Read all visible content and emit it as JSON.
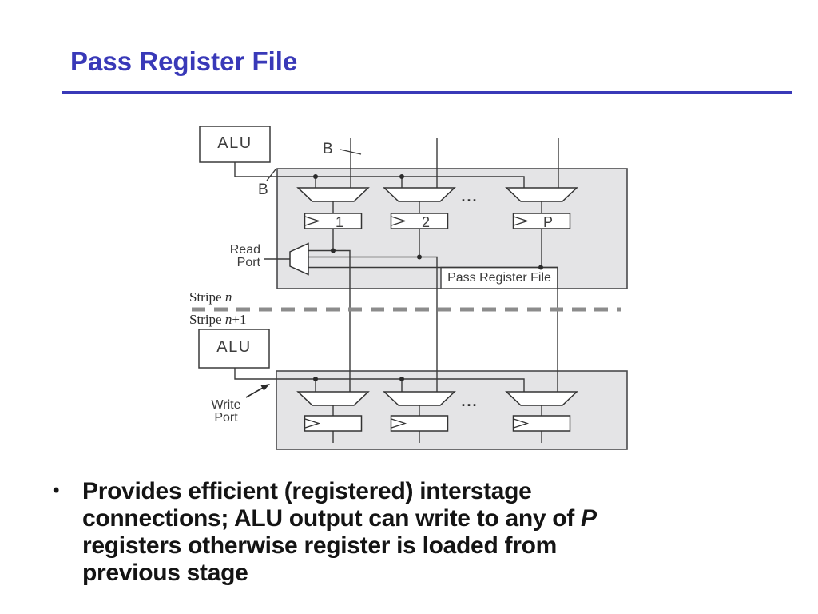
{
  "slide": {
    "title": "Pass Register File"
  },
  "colors": {
    "accent": "#3939b8",
    "stage_box_fill": "#e4e4e6",
    "wire": "#3a3a3a",
    "stripe_dash": "#8c8c8c"
  },
  "diagram": {
    "alu_top_label": "ALU",
    "alu_bottom_label": "ALU",
    "bus_width_label_top": "B",
    "bus_width_label_alu": "B",
    "registers_top": [
      "1",
      "2",
      "P"
    ],
    "ellipsis": "...",
    "read_port_line1": "Read",
    "read_port_line2": "Port",
    "write_port_line1": "Write",
    "write_port_line2": "Port",
    "pass_register_file_label": "Pass Register File",
    "stripe_top_pre": "Stripe ",
    "stripe_top_var": "n",
    "stripe_bottom_pre": "Stripe ",
    "stripe_bottom_var": "n",
    "stripe_bottom_suffix": "+1"
  },
  "bullet": {
    "marker": "•",
    "line1": "Provides efficient (registered) interstage",
    "line2_pre": "connections; ALU output can write to any of ",
    "line2_italic": "P",
    "line3": "registers otherwise register is loaded from",
    "line4": "previous stage"
  }
}
